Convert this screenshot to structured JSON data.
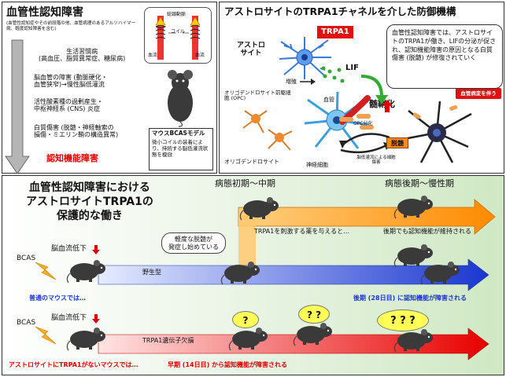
{
  "left_panel": {
    "title": "血管性認知障害",
    "subtitle": "(血管性認知症やその前段階の他、血管病理のあるアルツハイマー病、軽度認知障害を含む)",
    "factors": [
      "生活習慣病\n(高血圧、脂質異常症、糖尿病)",
      "脳血管の障害 (動脈硬化・\n血管狭窄)→慢性脳低灌流",
      "活性酸素種の過剰産生・\n中枢神経系 (CNS) 炎症",
      "白質傷害 (脱髄・神経軸索の\n損傷・ミエリン鞘の構造異常)"
    ],
    "outcome": "認知機能障害",
    "coil_labels": {
      "artery": "総頸動脈",
      "coil": "コイル",
      "blood_flow": "血流"
    },
    "bcas_box": {
      "title": "マウスBCASモデル",
      "body": "微小コイルの装着により、持続する脳低灌流状態を模倣"
    }
  },
  "right_panel": {
    "title": "アストロサイトのTRPA1チャネルを介した防御機構",
    "trpa1_tag": "TRPA1",
    "astrocyte_label": "アストロサイト",
    "lif_label": "LIF",
    "increase_label": "増殖",
    "opc_label": "オリゴデンドロサイト前駆細胞 (OPC)",
    "vessel_label": "血管",
    "remyelination_label": "髄鞘化",
    "opc_diff_label": "OPC分化",
    "oligo_label": "オリゴデンドロサイト",
    "neuron_label": "神経細胞",
    "hypoperfusion_damage": "脳低灌流による細胞傷害",
    "demyelination_label": "脱髄",
    "lesion_tag": "血管病変を伴う",
    "explanation": "血管性認知障害では、アストロサイトのTRPA1が働き、LIFの分泌が促され、認知機能障害の原因となる白質傷害 (脱髄) が修復されていく"
  },
  "bottom_panel": {
    "title": "血管性認知障害における\nアストロサイトTRPA1の\n保護的な働き",
    "stage_early": "病態初期～中期",
    "stage_late": "病態後期～慢性期",
    "bubble": "軽度な脱髄が\n発症し始めている",
    "orange_arrow": "TRPA1を刺激する薬を与えると…",
    "orange_result": "後期でも認知機能が維持される",
    "blue_arrow": "野生型",
    "red_arrow": "TRPA1遺伝子欠損",
    "bcas": "BCAS",
    "flow_down": "脳血流低下",
    "normal_mouse": "普通のマウスでは…",
    "normal_result": "後期 (28日目) に認知機能が障害される",
    "ko_mouse": "アストロサイトにTRPA1がないマウスでは…",
    "ko_result": "早期 (14日目) から認知機能が障害される",
    "q1": "?",
    "q2": "? ?",
    "q3": "? ? ?"
  },
  "colors": {
    "accent_red": "#e00000",
    "orange": "#ff9a1a",
    "blue": "#1f3fd0",
    "red_arrow": "#ee1111",
    "green_bg": "#cfe8c3",
    "question_yellow": "#ffff55"
  }
}
